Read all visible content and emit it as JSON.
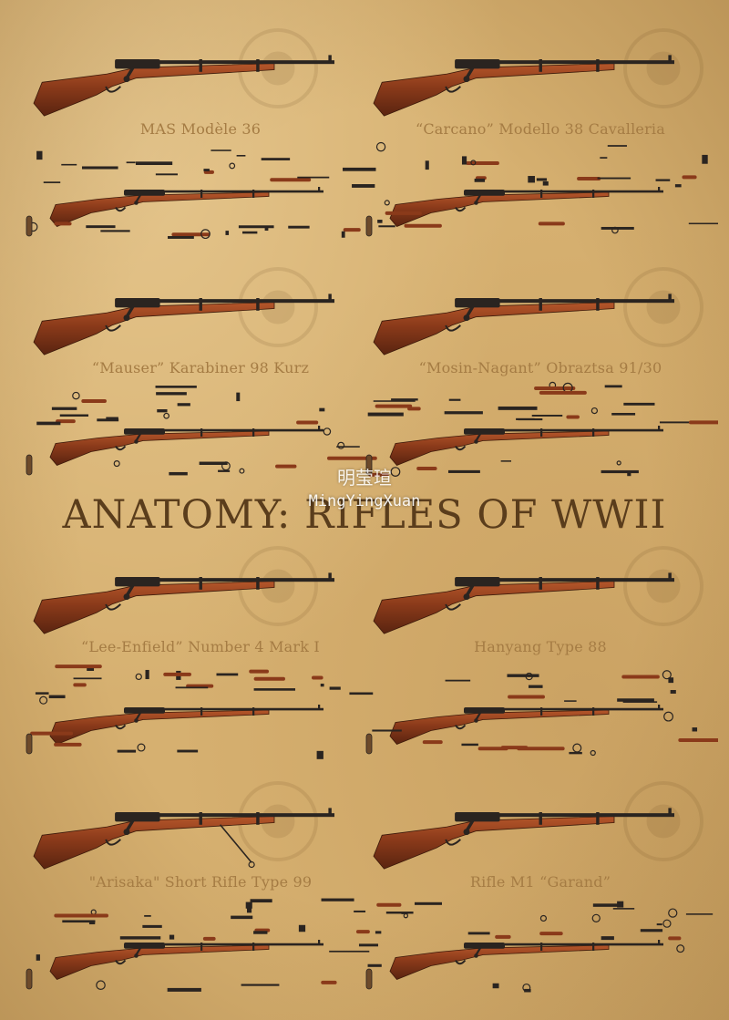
{
  "poster": {
    "title": "ANATOMY: RIFLES OF WWII",
    "watermark": {
      "chinese": "明莹瑄",
      "latin": "MingYingXuan"
    }
  },
  "rifles": [
    {
      "name": "MAS Modèle 36",
      "emblem": "french-emblem-icon"
    },
    {
      "name": "“Carcano” Modello 38 Cavalleria",
      "emblem": "italian-emblem-icon"
    },
    {
      "name": "“Mauser” Karabiner 98 Kurz",
      "emblem": "german-eagle-icon"
    },
    {
      "name": "“Mosin-Nagant” Obraztsa 91/30",
      "emblem": "hammer-sickle-icon"
    },
    {
      "name": "“Lee-Enfield” Number 4 Mark I",
      "emblem": "crown-icon"
    },
    {
      "name": "Hanyang Type 88",
      "emblem": "chinese-sun-icon"
    },
    {
      "name": "\"Arisaka\" Short Rifle Type 99",
      "emblem": "chrysanthemum-icon"
    },
    {
      "name": "Rifle M1 “Garand”",
      "emblem": "us-star-icon"
    }
  ],
  "colors": {
    "paper": "#d6b070",
    "wood": "#8a3a1a",
    "metal": "#2a2420",
    "title": "#5a3d1c",
    "label": "#a57c44"
  }
}
